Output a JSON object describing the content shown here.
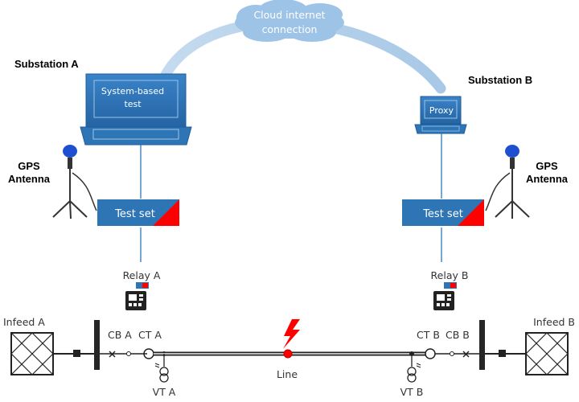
{
  "cloud": {
    "line1": "Cloud internet",
    "line2": "connection"
  },
  "substation_a": {
    "title": "Substation A",
    "laptop_line1": "System-based",
    "laptop_line2": "test",
    "gps_line1": "GPS",
    "gps_line2": "Antenna",
    "test_set": "Test set",
    "relay": "Relay A"
  },
  "substation_b": {
    "title": "Substation B",
    "laptop_label": "Proxy",
    "gps_line1": "GPS",
    "gps_line2": "Antenna",
    "test_set": "Test set",
    "relay": "Relay B"
  },
  "line_diagram": {
    "infeed_a": "Infeed A",
    "infeed_b": "Infeed B",
    "cb_a": "CB A",
    "ct_a": "CT A",
    "cb_b": "CB B",
    "ct_b": "CT B",
    "vt_a": "VT A",
    "vt_b": "VT B",
    "line": "Line"
  },
  "colors": {
    "blue": "#2e75b6",
    "cloud": "#9dc3e6",
    "arc": "#bdd7ee",
    "fault": "#ff0000",
    "dark": "#262626"
  }
}
